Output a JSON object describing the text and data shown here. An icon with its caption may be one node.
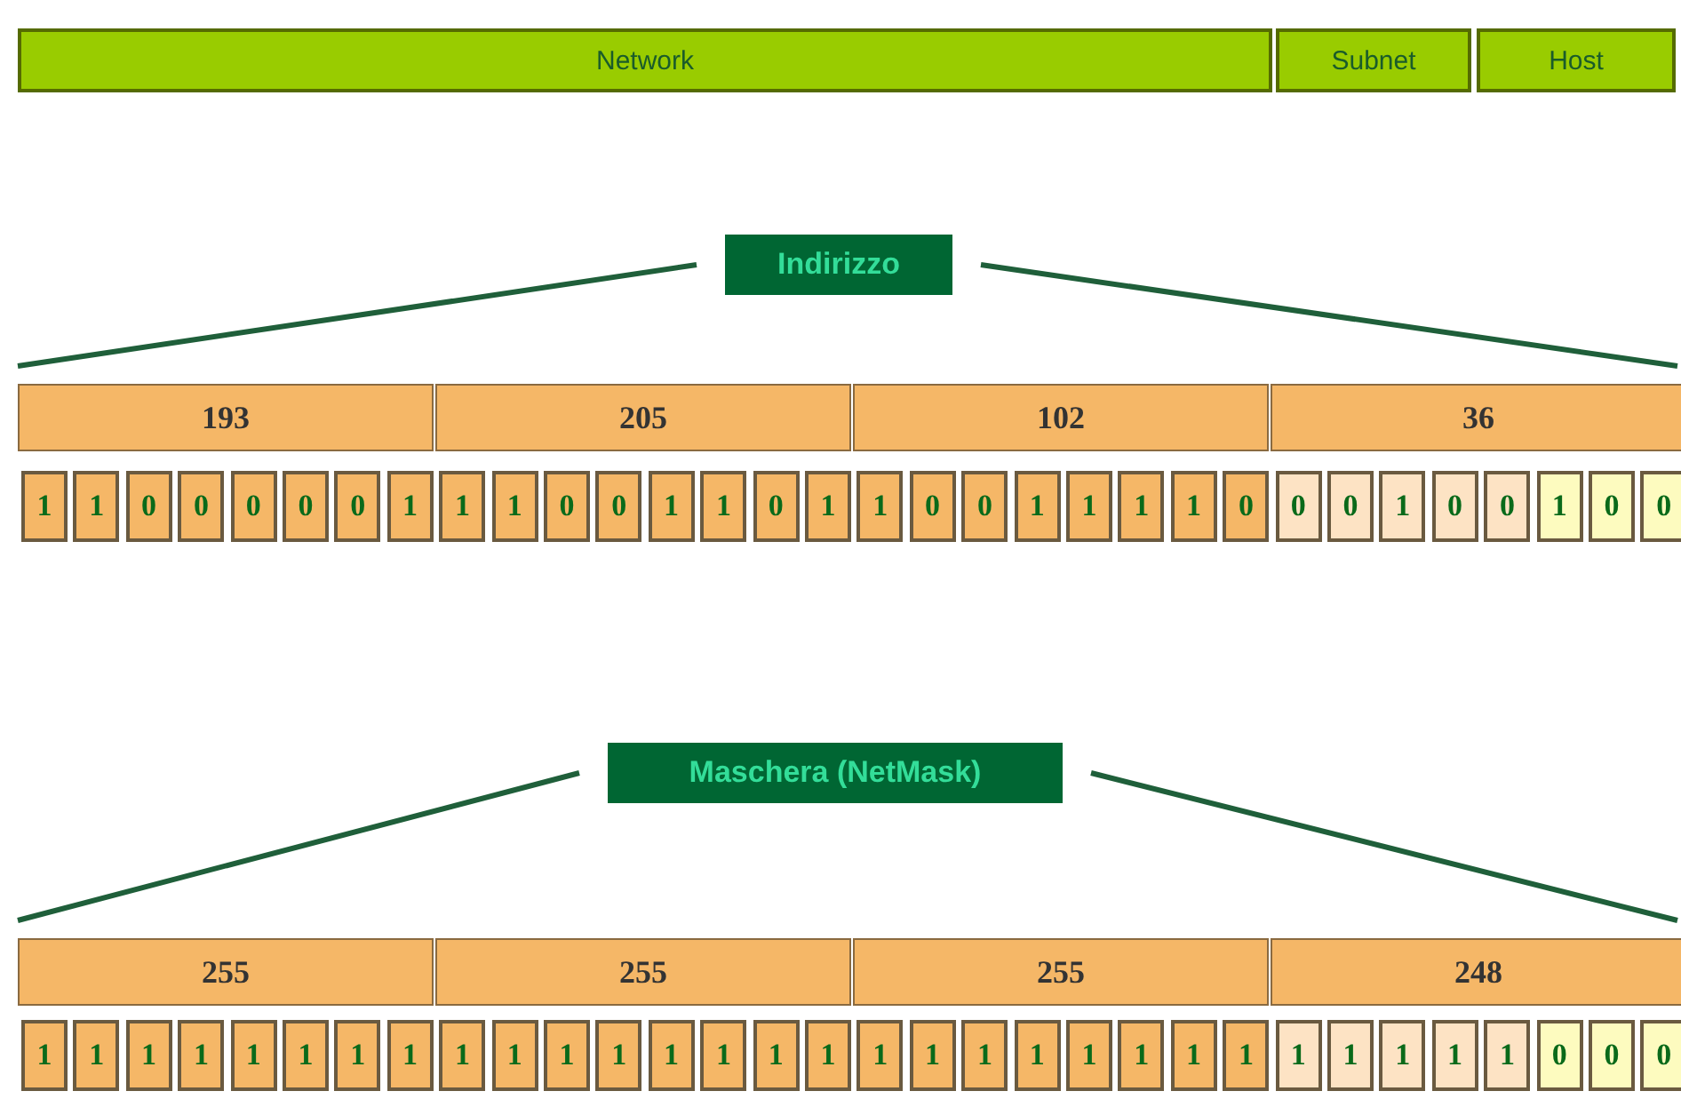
{
  "diagram": {
    "nodes": [
      {
        "text": [
          "Network"
        ]
      },
      {
        "text": [
          "Subnet"
        ]
      },
      {
        "text": [
          "Host"
        ]
      },
      {
        "text": [
          "Indirizzo"
        ]
      },
      {
        "text": [
          "193"
        ]
      },
      {
        "text": [
          "205"
        ]
      },
      {
        "text": [
          "102"
        ]
      },
      {
        "text": [
          "36"
        ]
      },
      {
        "text": [
          "1"
        ]
      },
      {
        "text": [
          "1"
        ]
      },
      {
        "text": [
          "0"
        ]
      },
      {
        "text": [
          "0"
        ]
      },
      {
        "text": [
          "0"
        ]
      },
      {
        "text": [
          "0"
        ]
      },
      {
        "text": [
          "0"
        ]
      },
      {
        "text": [
          "1"
        ]
      },
      {
        "text": [
          "1"
        ]
      },
      {
        "text": [
          "1"
        ]
      },
      {
        "text": [
          "0"
        ]
      },
      {
        "text": [
          "0"
        ]
      },
      {
        "text": [
          "1"
        ]
      },
      {
        "text": [
          "1"
        ]
      },
      {
        "text": [
          "0"
        ]
      },
      {
        "text": [
          "1"
        ]
      },
      {
        "text": [
          "1"
        ]
      },
      {
        "text": [
          "0"
        ]
      },
      {
        "text": [
          "0"
        ]
      },
      {
        "text": [
          "1"
        ]
      },
      {
        "text": [
          "1"
        ]
      },
      {
        "text": [
          "1"
        ]
      },
      {
        "text": [
          "1"
        ]
      },
      {
        "text": [
          "0"
        ]
      },
      {
        "text": [
          "0"
        ]
      },
      {
        "text": [
          "0"
        ]
      },
      {
        "text": [
          "1"
        ]
      },
      {
        "text": [
          "0"
        ]
      },
      {
        "text": [
          "0"
        ]
      },
      {
        "text": [
          "1"
        ]
      },
      {
        "text": [
          "0"
        ]
      },
      {
        "text": [
          "0"
        ]
      },
      {
        "text": [
          "Maschera (NetMask)"
        ]
      },
      {
        "text": [
          "255"
        ]
      },
      {
        "text": [
          "255"
        ]
      },
      {
        "text": [
          "255"
        ]
      },
      {
        "text": [
          "248"
        ]
      },
      {
        "text": [
          "1"
        ]
      },
      {
        "text": [
          "1"
        ]
      },
      {
        "text": [
          "1"
        ]
      },
      {
        "text": [
          "1"
        ]
      },
      {
        "text": [
          "1"
        ]
      },
      {
        "text": [
          "1"
        ]
      },
      {
        "text": [
          "1"
        ]
      },
      {
        "text": [
          "1"
        ]
      },
      {
        "text": [
          "1"
        ]
      },
      {
        "text": [
          "1"
        ]
      },
      {
        "text": [
          "1"
        ]
      },
      {
        "text": [
          "1"
        ]
      },
      {
        "text": [
          "1"
        ]
      },
      {
        "text": [
          "1"
        ]
      },
      {
        "text": [
          "1"
        ]
      },
      {
        "text": [
          "1"
        ]
      },
      {
        "text": [
          "1"
        ]
      },
      {
        "text": [
          "1"
        ]
      },
      {
        "text": [
          "1"
        ]
      },
      {
        "text": [
          "1"
        ]
      },
      {
        "text": [
          "1"
        ]
      },
      {
        "text": [
          "1"
        ]
      },
      {
        "text": [
          "1"
        ]
      },
      {
        "text": [
          "1"
        ]
      },
      {
        "text": [
          "1"
        ]
      },
      {
        "text": [
          "1"
        ]
      },
      {
        "text": [
          "1"
        ]
      },
      {
        "text": [
          "1"
        ]
      },
      {
        "text": [
          "1"
        ]
      },
      {
        "text": [
          "0"
        ]
      },
      {
        "text": [
          "0"
        ]
      },
      {
        "text": [
          "0"
        ]
      }
    ]
  }
}
